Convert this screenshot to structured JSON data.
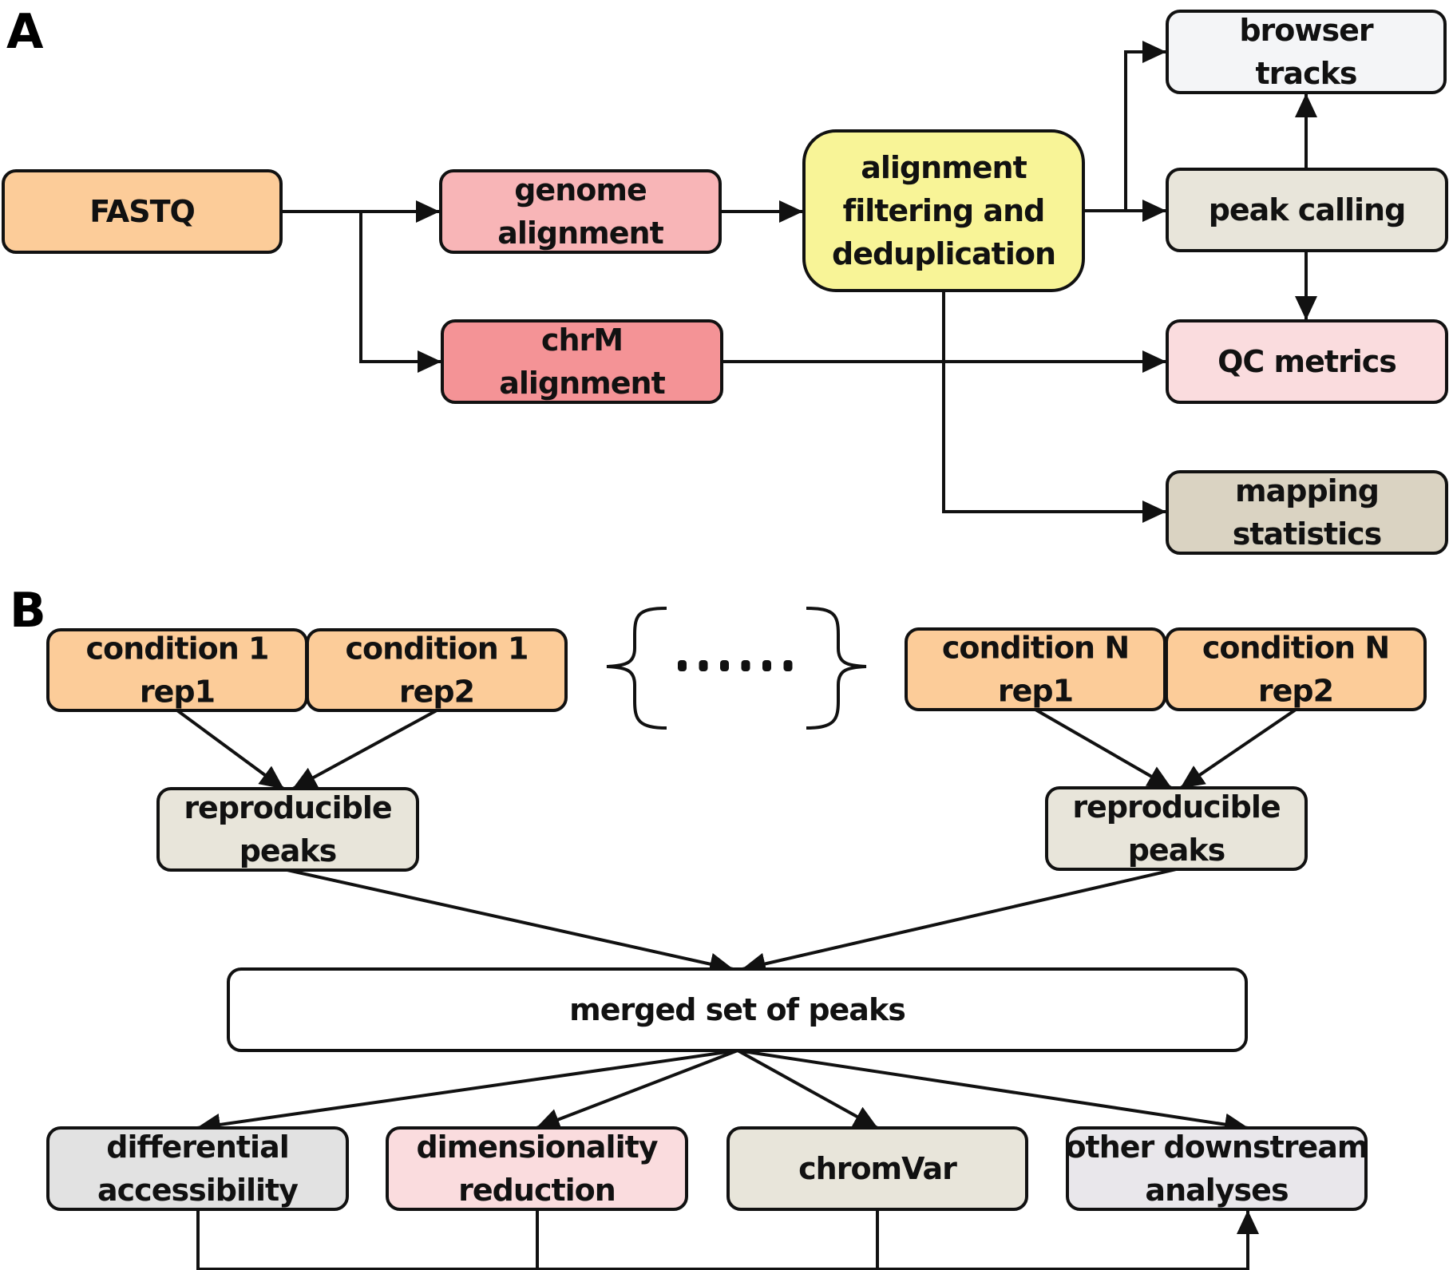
{
  "panels": {
    "A": {
      "label": "A"
    },
    "B": {
      "label": "B"
    }
  },
  "colors": {
    "orange": "#FCCC99",
    "pink_light": "#F8B5B7",
    "pink_dark": "#F49396",
    "yellow": "#F8F497",
    "beige": "#E8E5DA",
    "tan": "#DAD3C2",
    "pink_pale": "#FADCDE",
    "gray_light": "#F4F5F7",
    "gray": "#E2E2E2",
    "lavender": "#E9E7EB",
    "white": "#FFFFFF"
  },
  "nodes": {
    "fastq": {
      "lines": [
        "FASTQ"
      ],
      "color": "orange"
    },
    "genome_alignment": {
      "lines": [
        "genome",
        "alignment"
      ],
      "color": "pink_light"
    },
    "chrm_alignment": {
      "lines": [
        "chrM",
        "alignment"
      ],
      "color": "pink_dark"
    },
    "filtering": {
      "lines": [
        "alignment",
        "filtering and",
        "deduplication"
      ],
      "color": "yellow"
    },
    "browser_tracks": {
      "lines": [
        "browser",
        "tracks"
      ],
      "color": "gray_light"
    },
    "peak_calling": {
      "lines": [
        "peak calling"
      ],
      "color": "beige"
    },
    "qc_metrics": {
      "lines": [
        "QC metrics"
      ],
      "color": "pink_pale"
    },
    "mapping_statistics": {
      "lines": [
        "mapping",
        "statistics"
      ],
      "color": "tan"
    },
    "cond1_rep1": {
      "lines": [
        "condition 1",
        "rep1"
      ],
      "color": "orange"
    },
    "cond1_rep2": {
      "lines": [
        "condition 1",
        "rep2"
      ],
      "color": "orange"
    },
    "condN_rep1": {
      "lines": [
        "condition N",
        "rep1"
      ],
      "color": "orange"
    },
    "condN_rep2": {
      "lines": [
        "condition N",
        "rep2"
      ],
      "color": "orange"
    },
    "repro_peaks_1": {
      "lines": [
        "reproducible",
        "peaks"
      ],
      "color": "beige"
    },
    "repro_peaks_N": {
      "lines": [
        "reproducible",
        "peaks"
      ],
      "color": "beige"
    },
    "merged_peaks": {
      "lines": [
        "merged set of peaks"
      ],
      "color": "white"
    },
    "differential": {
      "lines": [
        "differential",
        "accessibility"
      ],
      "color": "gray"
    },
    "dim_reduction": {
      "lines": [
        "dimensionality",
        "reduction"
      ],
      "color": "pink_pale"
    },
    "chromvar": {
      "lines": [
        "chromVar"
      ],
      "color": "beige"
    },
    "other_downstream": {
      "lines": [
        "other downstream",
        "analyses"
      ],
      "color": "lavender"
    }
  },
  "edges": [
    {
      "from": "fastq",
      "to": "genome_alignment"
    },
    {
      "from": "fastq",
      "to": "chrm_alignment"
    },
    {
      "from": "genome_alignment",
      "to": "filtering"
    },
    {
      "from": "filtering",
      "to": "peak_calling"
    },
    {
      "from": "filtering",
      "to": "browser_tracks"
    },
    {
      "from": "filtering",
      "to": "mapping_statistics"
    },
    {
      "from": "peak_calling",
      "to": "browser_tracks"
    },
    {
      "from": "peak_calling",
      "to": "qc_metrics"
    },
    {
      "from": "chrm_alignment",
      "to": "qc_metrics"
    },
    {
      "from": "cond1_rep1",
      "to": "repro_peaks_1"
    },
    {
      "from": "cond1_rep2",
      "to": "repro_peaks_1"
    },
    {
      "from": "condN_rep1",
      "to": "repro_peaks_N"
    },
    {
      "from": "condN_rep2",
      "to": "repro_peaks_N"
    },
    {
      "from": "repro_peaks_1",
      "to": "merged_peaks"
    },
    {
      "from": "repro_peaks_N",
      "to": "merged_peaks"
    },
    {
      "from": "merged_peaks",
      "to": "differential"
    },
    {
      "from": "merged_peaks",
      "to": "dim_reduction"
    },
    {
      "from": "merged_peaks",
      "to": "chromvar"
    },
    {
      "from": "merged_peaks",
      "to": "other_downstream"
    },
    {
      "from": "differential",
      "to": "other_downstream"
    },
    {
      "from": "dim_reduction",
      "to": "other_downstream"
    },
    {
      "from": "chromvar",
      "to": "other_downstream"
    }
  ],
  "ellipsis": {
    "dots": 6
  }
}
